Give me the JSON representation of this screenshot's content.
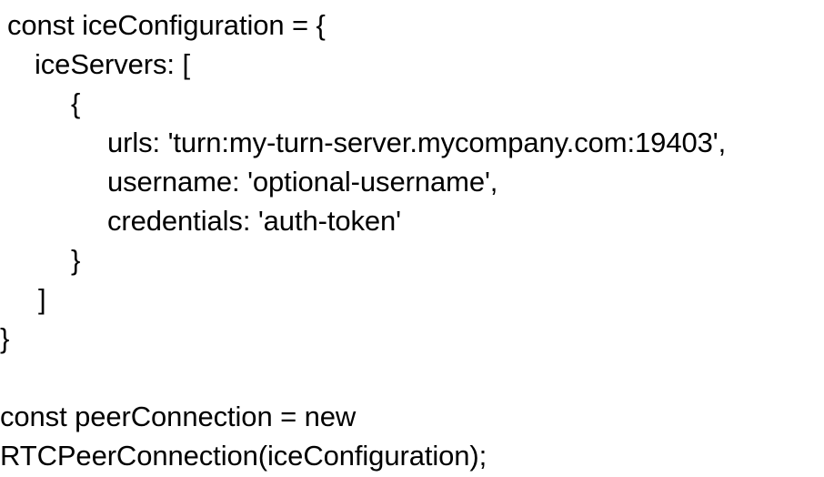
{
  "document": {
    "kind": "code-snippet",
    "language": "javascript",
    "background_color": "#ffffff",
    "text_color": "#000000"
  },
  "code": {
    "lines": [
      {
        "text": "const iceConfiguration = {",
        "indent": "ind-1",
        "name": "code-line-const-iceconfiguration"
      },
      {
        "text": "iceServers: [",
        "indent": "ind-2",
        "name": "code-line-iceservers"
      },
      {
        "text": "{",
        "indent": "ind-3",
        "name": "code-line-open-brace"
      },
      {
        "text": "urls: 'turn:my-turn-server.mycompany.com:19403',",
        "indent": "ind-4",
        "name": "code-line-urls"
      },
      {
        "text": "username: 'optional-username',",
        "indent": "ind-4",
        "name": "code-line-username"
      },
      {
        "text": "credentials: 'auth-token'",
        "indent": "ind-4",
        "name": "code-line-credentials"
      },
      {
        "text": "}",
        "indent": "ind-3",
        "name": "code-line-close-brace"
      },
      {
        "text": "]",
        "indent": "ind-brk",
        "name": "code-line-close-bracket"
      },
      {
        "text": "}",
        "indent": "ind-0",
        "name": "code-line-close-object"
      },
      {
        "text": " ",
        "indent": "ind-0",
        "name": "code-line-blank"
      },
      {
        "text": "const peerConnection = new",
        "indent": "ind-0",
        "name": "code-line-const-peerconnection"
      },
      {
        "text": "RTCPeerConnection(iceConfiguration);",
        "indent": "ind-0",
        "name": "code-line-rtcpeerconnection"
      }
    ],
    "values": {
      "config_variable_name": "iceConfiguration",
      "ice_servers_key": "iceServers",
      "urls_key": "urls",
      "urls_value": "turn:my-turn-server.mycompany.com:19403",
      "turn_scheme": "turn",
      "turn_host": "my-turn-server.mycompany.com",
      "turn_port": "19403",
      "username_key": "username",
      "username_value": "optional-username",
      "credentials_key": "credentials",
      "credentials_value": "auth-token",
      "peer_connection_variable_name": "peerConnection",
      "peer_connection_constructor": "RTCPeerConnection"
    }
  }
}
